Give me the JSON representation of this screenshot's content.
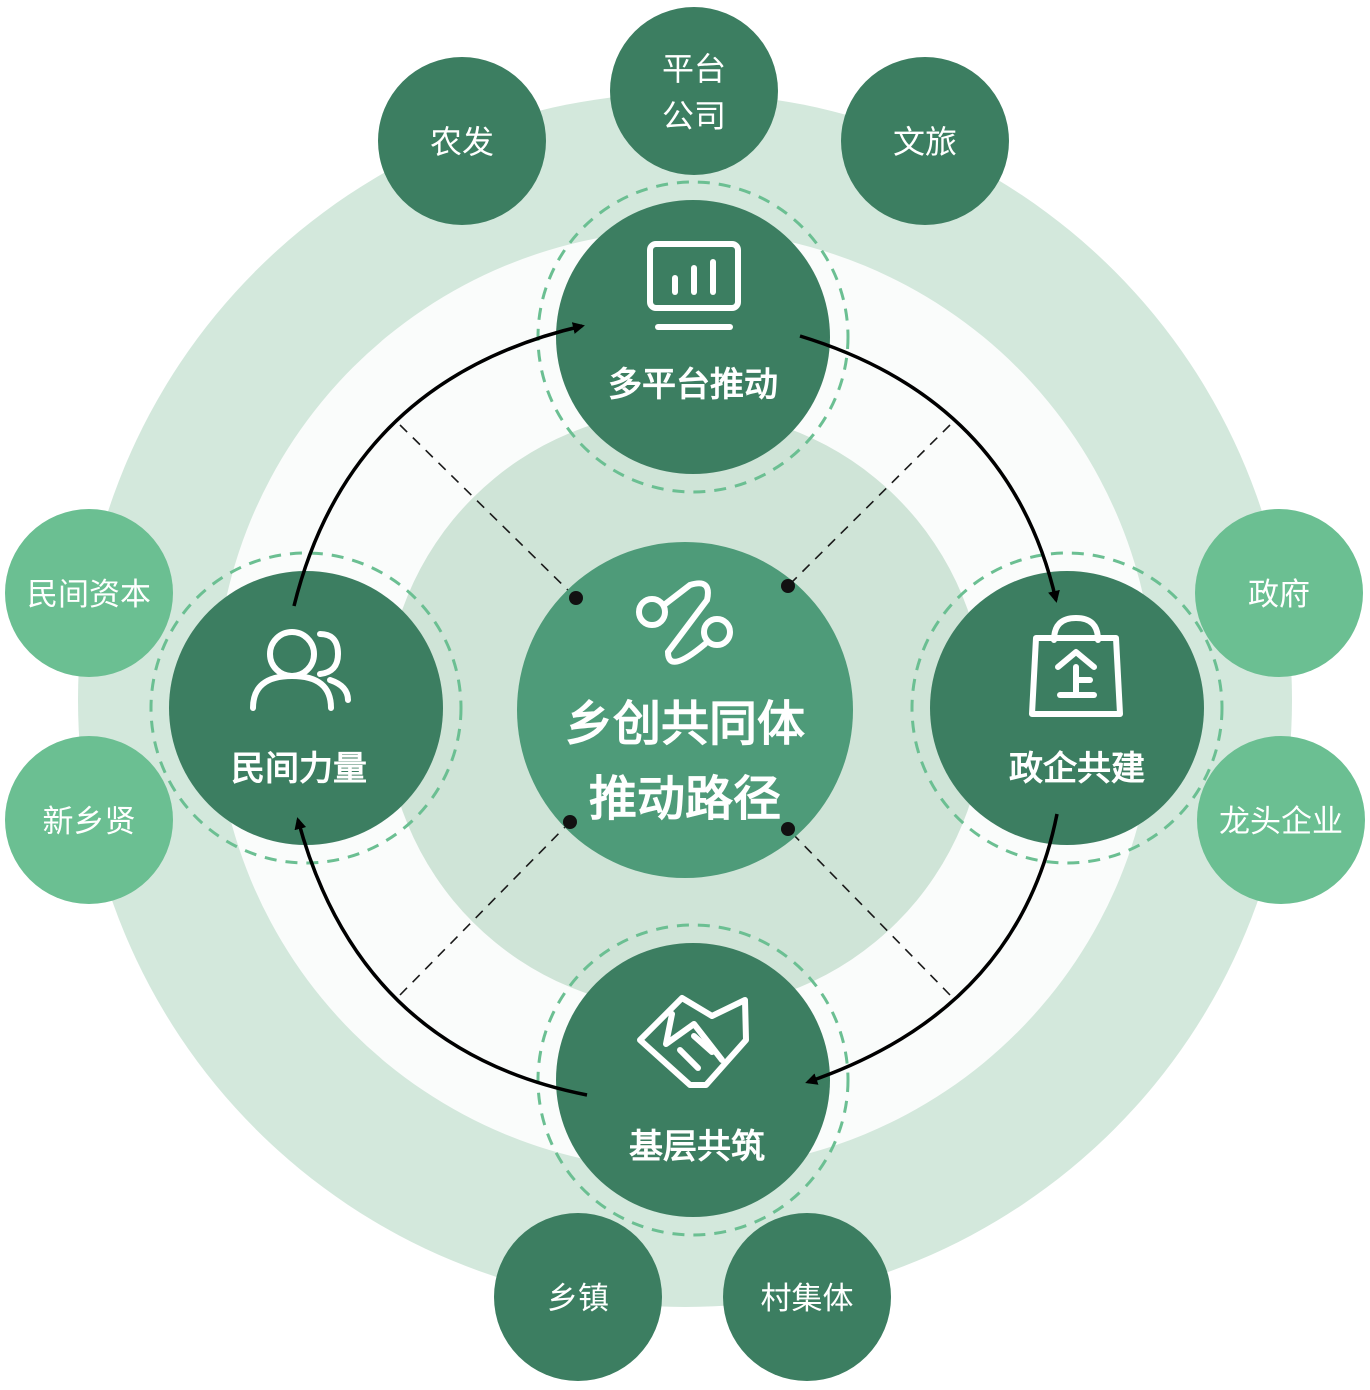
{
  "center": {
    "title_line1": "乡创共同体",
    "title_line2": "推动路径",
    "icon": "path-nodes-icon"
  },
  "nodes": {
    "top": {
      "label": "多平台推动",
      "icon": "monitor-chart-icon"
    },
    "right": {
      "label": "政企共建",
      "icon": "enterprise-bag-icon"
    },
    "bottom": {
      "label": "基层共筑",
      "icon": "handshake-icon"
    },
    "left": {
      "label": "民间力量",
      "icon": "people-icon"
    }
  },
  "satellites": {
    "nongfa": "农发",
    "platform_1": "平台",
    "platform_2": "公司",
    "wenlv": "文旅",
    "minjian_ziben": "民间资本",
    "xinxiangxian": "新乡贤",
    "zhengfu": "政府",
    "longtou_qiye": "龙头企业",
    "xiangzhen": "乡镇",
    "cunjiti": "村集体"
  },
  "colors": {
    "dark_green": "#3c7e61",
    "mid_green": "#4e9b79",
    "light_green": "#6bbf92",
    "pale_ring": "#d3e8dc",
    "inner_disc": "#cfe4d7",
    "dashed_ring": "#6bbf92",
    "arrow": "#000000"
  }
}
